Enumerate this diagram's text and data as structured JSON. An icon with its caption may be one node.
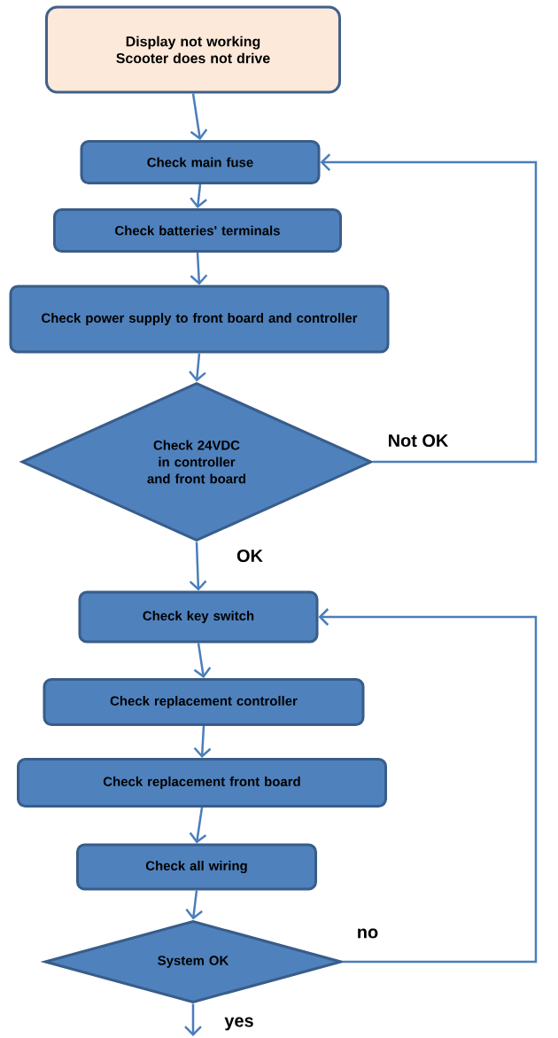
{
  "diagram": {
    "nodes": [
      {
        "text": [
          "Display not working",
          "Scooter does not drive"
        ]
      },
      {
        "text": [
          "Check main fuse"
        ]
      },
      {
        "text": [
          "Check batteries' terminals"
        ]
      },
      {
        "text": [
          "Check power supply to front board and controller"
        ]
      },
      {
        "text": [
          "Check 24VDC in controller and front board"
        ]
      },
      {
        "text": [
          "Check key switch"
        ]
      },
      {
        "text": [
          "Check replacement controller"
        ]
      },
      {
        "text": [
          "Check replacement front board"
        ]
      },
      {
        "text": [
          "Check all wiring"
        ]
      },
      {
        "text": [
          "System OK"
        ]
      }
    ],
    "edges": [
      {
        "from": 0,
        "to": 1,
        "arrow": "to"
      },
      {
        "from": 1,
        "to": 2,
        "arrow": "to"
      },
      {
        "from": 2,
        "to": 3,
        "arrow": "to"
      },
      {
        "from": 3,
        "to": 4,
        "arrow": "to"
      },
      {
        "from": 4,
        "to": 1,
        "arrow": "to",
        "label": "Not OK"
      },
      {
        "from": 4,
        "to": 5,
        "arrow": "to",
        "label": "OK"
      },
      {
        "from": 5,
        "to": 6,
        "arrow": "to"
      },
      {
        "from": 6,
        "to": 7,
        "arrow": "to"
      },
      {
        "from": 7,
        "to": 8,
        "arrow": "to"
      },
      {
        "from": 8,
        "to": 9,
        "arrow": "to"
      },
      {
        "from": 9,
        "to": 5,
        "arrow": "to",
        "label": "no"
      },
      {
        "from": 9,
        "to": null,
        "arrow": "to",
        "label": "yes"
      }
    ]
  }
}
